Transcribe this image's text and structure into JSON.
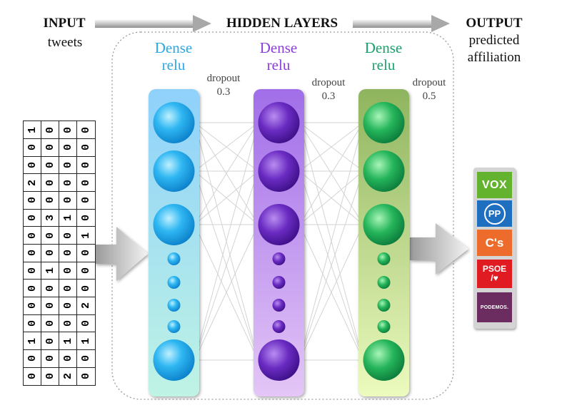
{
  "headers": {
    "input": "INPUT",
    "input_sub": "tweets",
    "hidden": "HIDDEN LAYERS",
    "output": "OUTPUT",
    "output_sub_1": "predicted",
    "output_sub_2": "affiliation"
  },
  "layers": [
    {
      "name": "Dense",
      "activation": "relu",
      "color": "#29a9e8"
    },
    {
      "name": "Dense",
      "activation": "relu",
      "color": "#8b3fd9"
    },
    {
      "name": "Dense",
      "activation": "relu",
      "color": "#17a36b"
    }
  ],
  "dropouts": [
    {
      "label": "dropout",
      "value": "0.3"
    },
    {
      "label": "dropout",
      "value": "0.3"
    },
    {
      "label": "dropout",
      "value": "0.5"
    }
  ],
  "input_matrix": [
    [
      "1",
      "0",
      "0",
      "0"
    ],
    [
      "0",
      "0",
      "0",
      "0"
    ],
    [
      "0",
      "0",
      "0",
      "0"
    ],
    [
      "2",
      "0",
      "0",
      "0"
    ],
    [
      "0",
      "0",
      "0",
      "0"
    ],
    [
      "0",
      "3",
      "1",
      "0"
    ],
    [
      "0",
      "0",
      "0",
      "1"
    ],
    [
      "0",
      "0",
      "0",
      "0"
    ],
    [
      "0",
      "1",
      "0",
      "0"
    ],
    [
      "0",
      "0",
      "0",
      "0"
    ],
    [
      "0",
      "0",
      "0",
      "2"
    ],
    [
      "0",
      "0",
      "0",
      "0"
    ],
    [
      "1",
      "0",
      "1",
      "1"
    ],
    [
      "0",
      "0",
      "0",
      "0"
    ],
    [
      "0",
      "0",
      "2",
      "0"
    ]
  ],
  "parties": [
    {
      "label": "VOX",
      "color": "#63b32e"
    },
    {
      "label": "PP",
      "color": "#1f6fc1"
    },
    {
      "label": "C's",
      "color": "#ee6c2b"
    },
    {
      "label": "PSOE",
      "color": "#e11b22"
    },
    {
      "label": "PODEMOS.",
      "color": "#6b2c5f"
    }
  ]
}
